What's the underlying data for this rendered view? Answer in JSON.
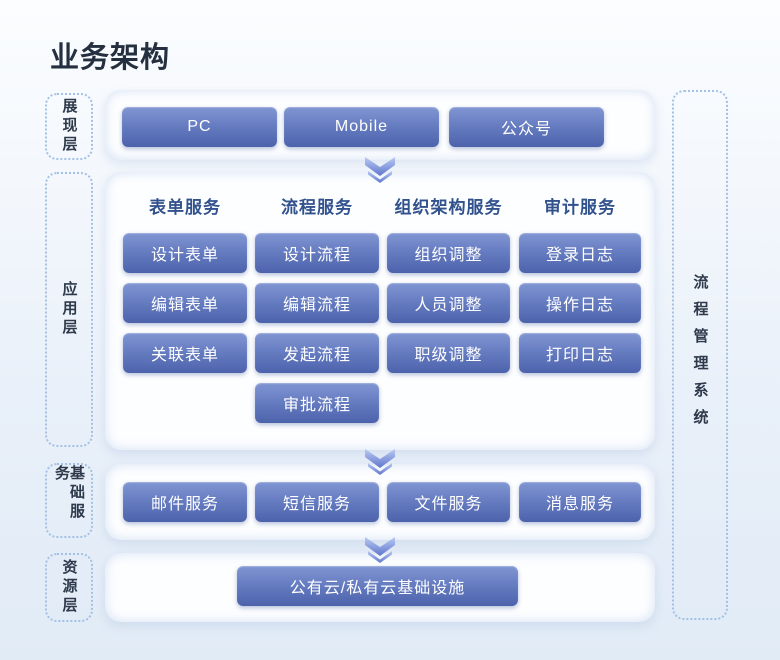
{
  "title": "业务架构",
  "colors": {
    "node_gradient_top": "#8096d2",
    "node_gradient_bottom": "#4c62ab",
    "column_header_text": "#32528e",
    "tag_border": "#a3c1e6",
    "tag_text": "#2e3a4b",
    "arrow_light": "#b9caf3",
    "arrow_dark": "#6077cd",
    "background_top": "#fbfdff",
    "background_bottom": "#e1ebf6"
  },
  "layer_tags": [
    {
      "label": "展现层"
    },
    {
      "label": "应用层"
    },
    {
      "label": "基础服务"
    },
    {
      "label": "资源层"
    }
  ],
  "right_tag": {
    "label": "流程管理系统"
  },
  "presentation_layer": {
    "nodes": [
      "PC",
      "Mobile",
      "公众号"
    ]
  },
  "application_layer": {
    "columns": [
      {
        "header": "表单服务",
        "nodes": [
          "设计表单",
          "编辑表单",
          "关联表单"
        ]
      },
      {
        "header": "流程服务",
        "nodes": [
          "设计流程",
          "编辑流程",
          "发起流程",
          "审批流程"
        ]
      },
      {
        "header": "组织架构服务",
        "nodes": [
          "组织调整",
          "人员调整",
          "职级调整"
        ]
      },
      {
        "header": "审计服务",
        "nodes": [
          "登录日志",
          "操作日志",
          "打印日志"
        ]
      }
    ]
  },
  "basic_service_layer": {
    "nodes": [
      "邮件服务",
      "短信服务",
      "文件服务",
      "消息服务"
    ]
  },
  "resource_layer": {
    "nodes": [
      "公有云/私有云基础设施"
    ]
  }
}
